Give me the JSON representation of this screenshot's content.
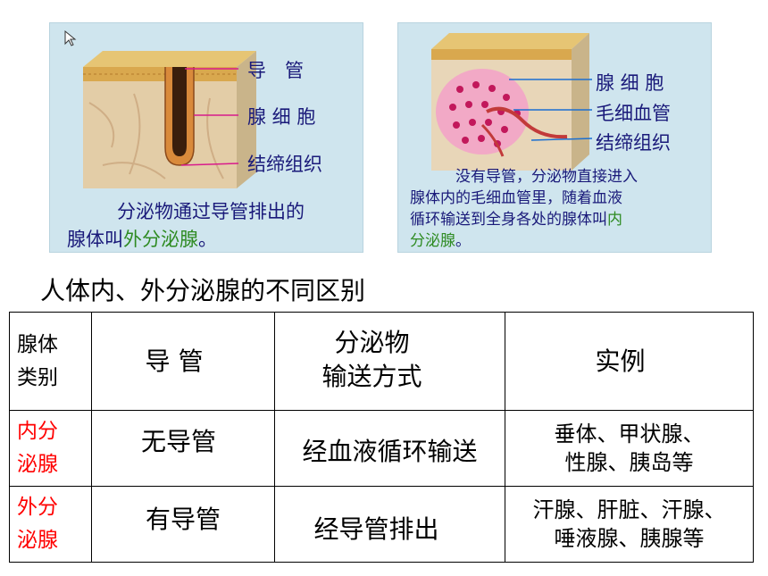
{
  "left_panel": {
    "labels": {
      "duct": "导　管",
      "gland_cell": "腺 细 胞",
      "connective": "结缔组织"
    },
    "caption": {
      "line1": "分泌物通过导管排出的",
      "line2_prefix": "腺体叫",
      "line2_highlight": "外分泌腺",
      "line2_suffix": "。"
    }
  },
  "right_panel": {
    "labels": {
      "gland_cell": "腺 细 胞",
      "capillary": "毛细血管",
      "connective": "结缔组织"
    },
    "caption": {
      "line1": "没有导管，分泌物直接进入",
      "line2": "腺体内的毛细血管里，随着血液",
      "line3_prefix": "循环输送到全身各处的腺体叫",
      "line3_highlight": "内",
      "line4_highlight": "分泌腺",
      "line4_suffix": "。"
    }
  },
  "section_title": "人体内、外分泌腺的不同区别",
  "table": {
    "header": {
      "c1_line1": "腺体",
      "c1_line2": "类别",
      "c2": "导  管",
      "c3_line1": "分泌物",
      "c3_line2": "输送方式",
      "c4": "实例"
    },
    "rows": [
      {
        "c1_line1": "内分",
        "c1_line2": "泌腺",
        "c2": "无导管",
        "c3": "经血液循环输送",
        "c4_line1": "垂体、甲状腺、",
        "c4_line2": "性腺、胰岛等"
      },
      {
        "c1_line1": "外分",
        "c1_line2": "泌腺",
        "c2": "有导管",
        "c3": "经导管排出",
        "c4_line1": "汗腺、肝脏、汗腺、",
        "c4_line2": "唾液腺、胰腺等"
      }
    ]
  },
  "colors": {
    "panel_bg": "#cfe5ee",
    "label_text": "#1a1a7a",
    "highlight_green": "#2e8b22",
    "highlight_red": "#ff0000",
    "pointer_line": "#d81b8c"
  }
}
